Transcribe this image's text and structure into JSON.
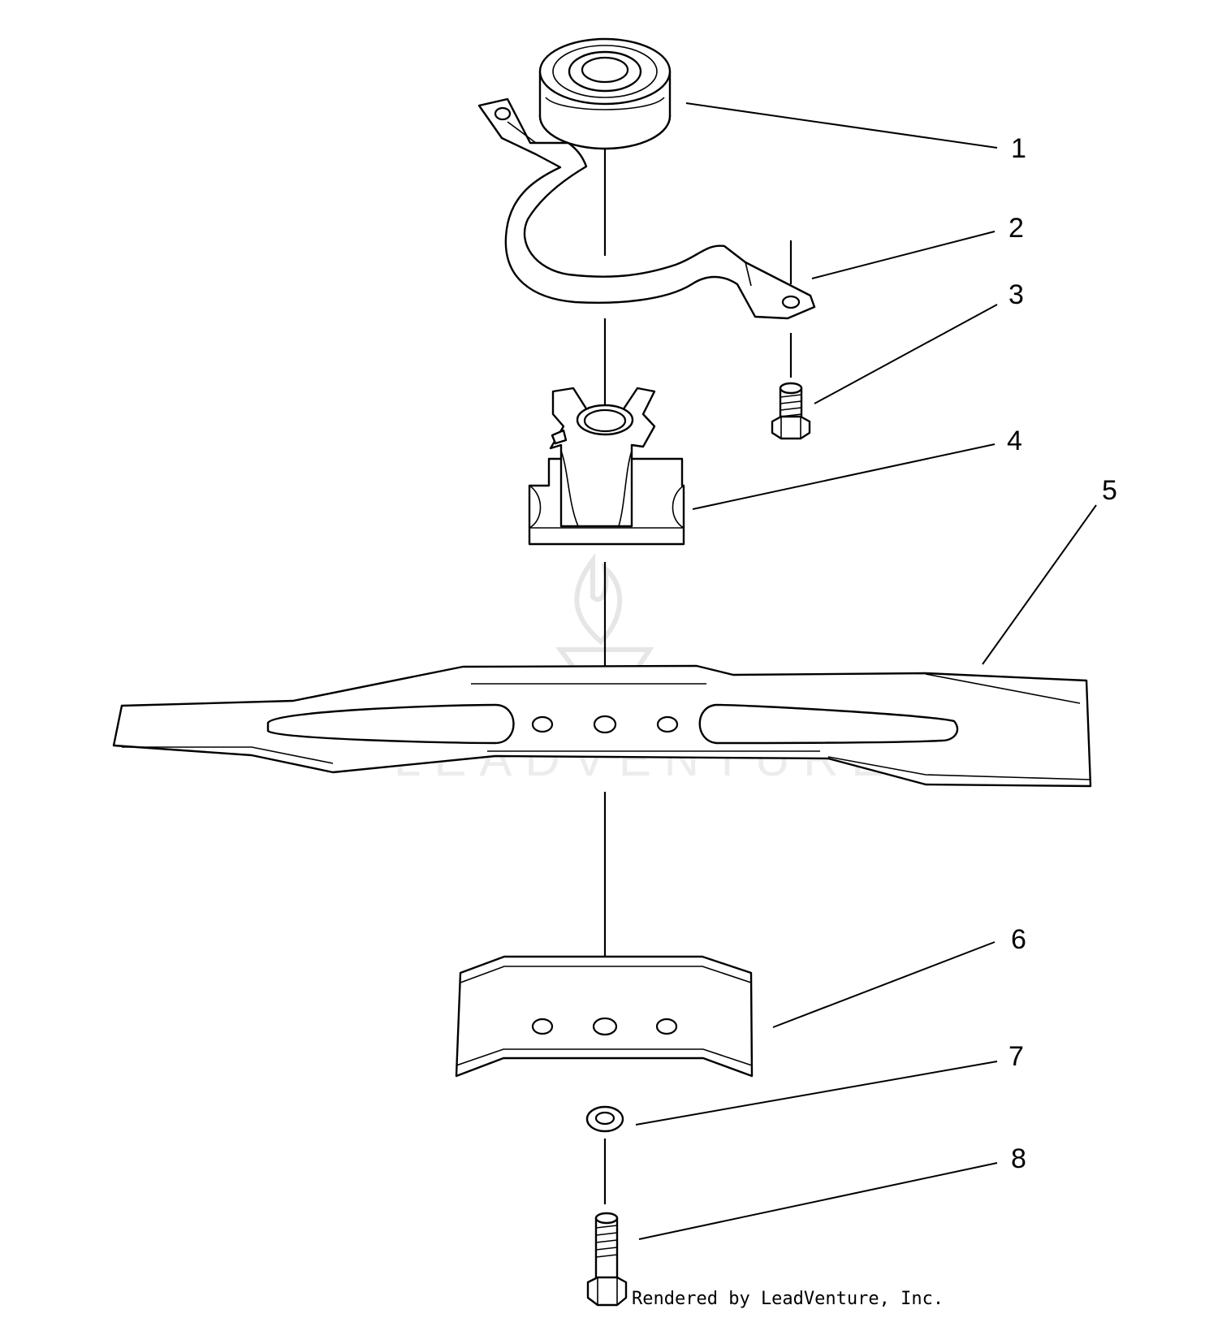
{
  "diagram": {
    "callouts": [
      {
        "id": 1,
        "label": "1"
      },
      {
        "id": 2,
        "label": "2"
      },
      {
        "id": 3,
        "label": "3"
      },
      {
        "id": 4,
        "label": "4"
      },
      {
        "id": 5,
        "label": "5"
      },
      {
        "id": 6,
        "label": "6"
      },
      {
        "id": 7,
        "label": "7"
      },
      {
        "id": 8,
        "label": "8"
      }
    ],
    "watermark_text": "LEADVENTURE",
    "credit": "Rendered by LeadVenture, Inc."
  }
}
